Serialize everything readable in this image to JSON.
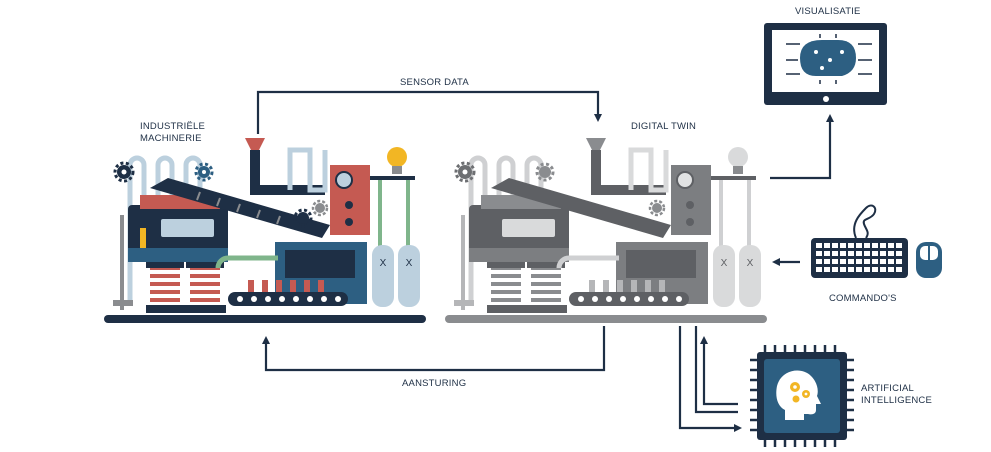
{
  "labels": {
    "physical_machine_line1": "INDUSTRIËLE",
    "physical_machine_line2": "MACHINERIE",
    "sensor_data": "SENSOR DATA",
    "digital_twin": "DIGITAL TWIN",
    "visualisation": "VISUALISATIE",
    "commands": "COMMANDO'S",
    "control": "AANSTURING",
    "ai_line1": "ARTIFICIAL",
    "ai_line2": "INTELLIGENCE",
    "tank_mark": "X"
  },
  "icons": {
    "monitor": "monitor-icon",
    "keyboard": "keyboard-icon",
    "mouse": "mouse-icon",
    "ai_chip": "ai-chip-icon",
    "gear": "gear-icon",
    "bulb": "light-bulb-icon"
  },
  "colors": {
    "navy": "#1e2f45",
    "blue": "#2d5f82",
    "red": "#c55a52",
    "green": "#7fb58b",
    "lightblue": "#bcd0de",
    "yellow": "#f2b624",
    "grey": "#8a8c8f",
    "lightgrey": "#cfd0d2"
  }
}
